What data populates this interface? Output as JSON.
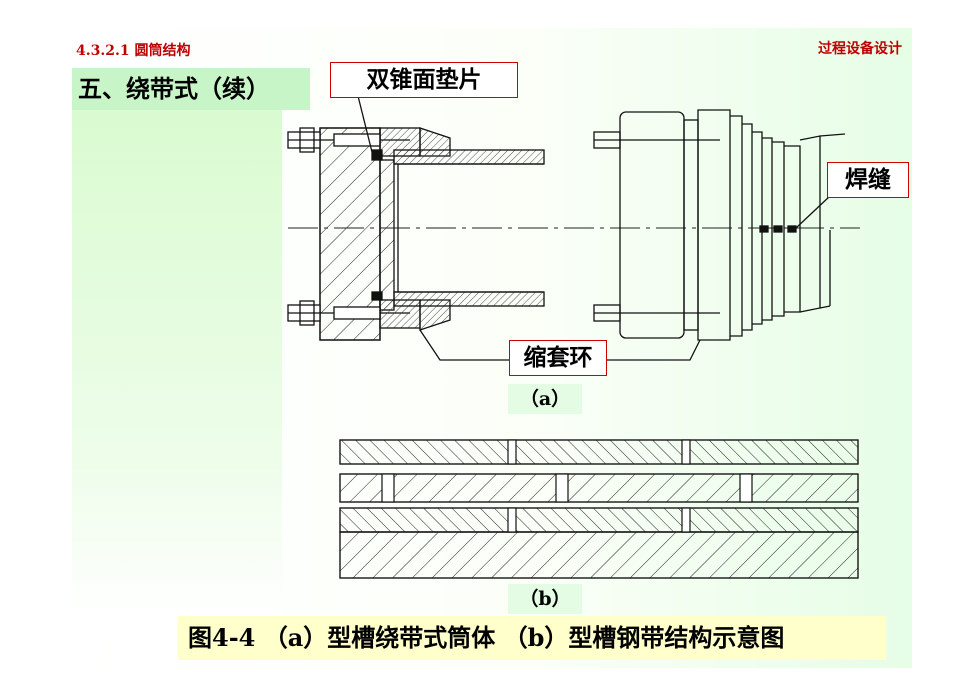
{
  "header": {
    "section": "4.3.2.1 圆筒结构",
    "course": "过程设备设计"
  },
  "title": "五、绕带式（续）",
  "labels": {
    "gasket": "双锥面垫片",
    "weld": "焊缝",
    "ring": "缩套环"
  },
  "sublabels": {
    "a": "（a）",
    "b": "（b）"
  },
  "caption": "图4-4 （a）型槽绕带式筒体 （b）型槽钢带结构示意图",
  "colors": {
    "accent_red": "#c00000",
    "title_bg": "#c8f5c8",
    "caption_bg": "#ffffcc"
  }
}
